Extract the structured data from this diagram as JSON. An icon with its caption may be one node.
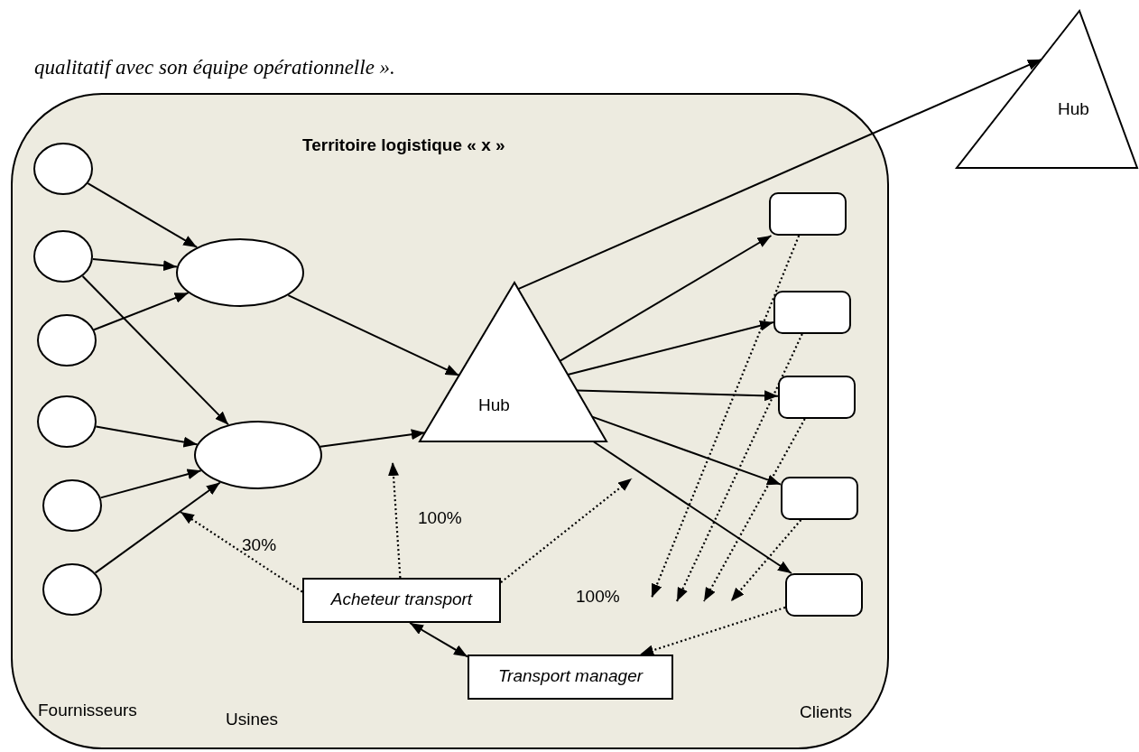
{
  "diagram": {
    "nodes": [
      {
        "text": [
          "Territoire logistique « x »"
        ]
      },
      {
        "text": [],
        "shape": "circle",
        "in": 0
      },
      {
        "text": [],
        "shape": "circle",
        "in": 0
      },
      {
        "text": [],
        "shape": "circle",
        "in": 0
      },
      {
        "text": [],
        "shape": "circle",
        "in": 0
      },
      {
        "text": [],
        "shape": "circle",
        "in": 0
      },
      {
        "text": [],
        "shape": "circle",
        "in": 0
      },
      {
        "text": [],
        "shape": "circle",
        "in": 0
      },
      {
        "text": [],
        "shape": "circle",
        "in": 0
      },
      {
        "text": [
          "Hub"
        ],
        "in": 0
      },
      {
        "text": [
          "Hub"
        ]
      },
      {
        "text": [],
        "shape": "box",
        "in": 0
      },
      {
        "text": [],
        "shape": "box",
        "in": 0
      },
      {
        "text": [],
        "shape": "box",
        "in": 0
      },
      {
        "text": [],
        "shape": "box",
        "in": 0
      },
      {
        "text": [],
        "shape": "box",
        "in": 0
      },
      {
        "text": [
          "Acheteur transport"
        ],
        "in": 0
      },
      {
        "text": [
          "Transport manager"
        ],
        "in": 0
      }
    ],
    "edges": [
      {
        "from": 1,
        "to": 7,
        "arrow": "to"
      },
      {
        "from": 2,
        "to": 7,
        "arrow": "to"
      },
      {
        "from": 2,
        "to": 8,
        "arrow": "to"
      },
      {
        "from": 3,
        "to": 7,
        "arrow": "to"
      },
      {
        "from": 4,
        "to": 8,
        "arrow": "to"
      },
      {
        "from": 5,
        "to": 8,
        "arrow": "to"
      },
      {
        "from": 6,
        "to": 8,
        "arrow": "to"
      },
      {
        "from": 7,
        "to": 9,
        "arrow": "to"
      },
      {
        "from": 8,
        "to": 9,
        "arrow": "to"
      },
      {
        "from": 9,
        "to": 10,
        "arrow": "to"
      },
      {
        "from": 9,
        "to": 11,
        "arrow": "to"
      },
      {
        "from": 9,
        "to": 12,
        "arrow": "to"
      },
      {
        "from": 9,
        "to": 13,
        "arrow": "to"
      },
      {
        "from": 9,
        "to": 14,
        "arrow": "to"
      },
      {
        "from": 9,
        "to": 15,
        "arrow": "to"
      },
      {
        "from": 16,
        "to": null,
        "arrow": "to",
        "style": "dashed"
      },
      {
        "from": 16,
        "to": null,
        "arrow": "to",
        "style": "dashed"
      },
      {
        "from": 16,
        "to": null,
        "arrow": "to",
        "style": "dashed"
      },
      {
        "from": 16,
        "to": 17,
        "arrow": "both"
      },
      {
        "from": 11,
        "to": null,
        "arrow": "to",
        "style": "dashed"
      },
      {
        "from": 12,
        "to": null,
        "arrow": "to",
        "style": "dashed"
      },
      {
        "from": 13,
        "to": null,
        "arrow": "to",
        "style": "dashed"
      },
      {
        "from": 14,
        "to": null,
        "arrow": "to",
        "style": "dashed"
      },
      {
        "from": 15,
        "to": 17,
        "arrow": "to",
        "style": "dashed"
      }
    ],
    "labels": [
      "qualitatif avec son équipe opérationnelle ».",
      "100%",
      "30%",
      "100%",
      "Fournisseurs",
      "Usines",
      "Clients"
    ]
  }
}
